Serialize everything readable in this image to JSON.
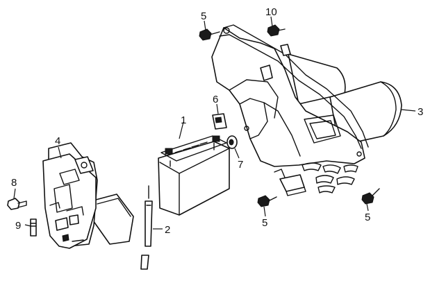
{
  "callouts": {
    "c1": "1",
    "c2": "2",
    "c3": "3",
    "c4": "4",
    "c5a": "5",
    "c5b": "5",
    "c5c": "5",
    "c6": "6",
    "c7": "7",
    "c8": "8",
    "c9": "9",
    "c10": "10"
  },
  "colors": {
    "line": "#111111",
    "background": "#ffffff"
  }
}
